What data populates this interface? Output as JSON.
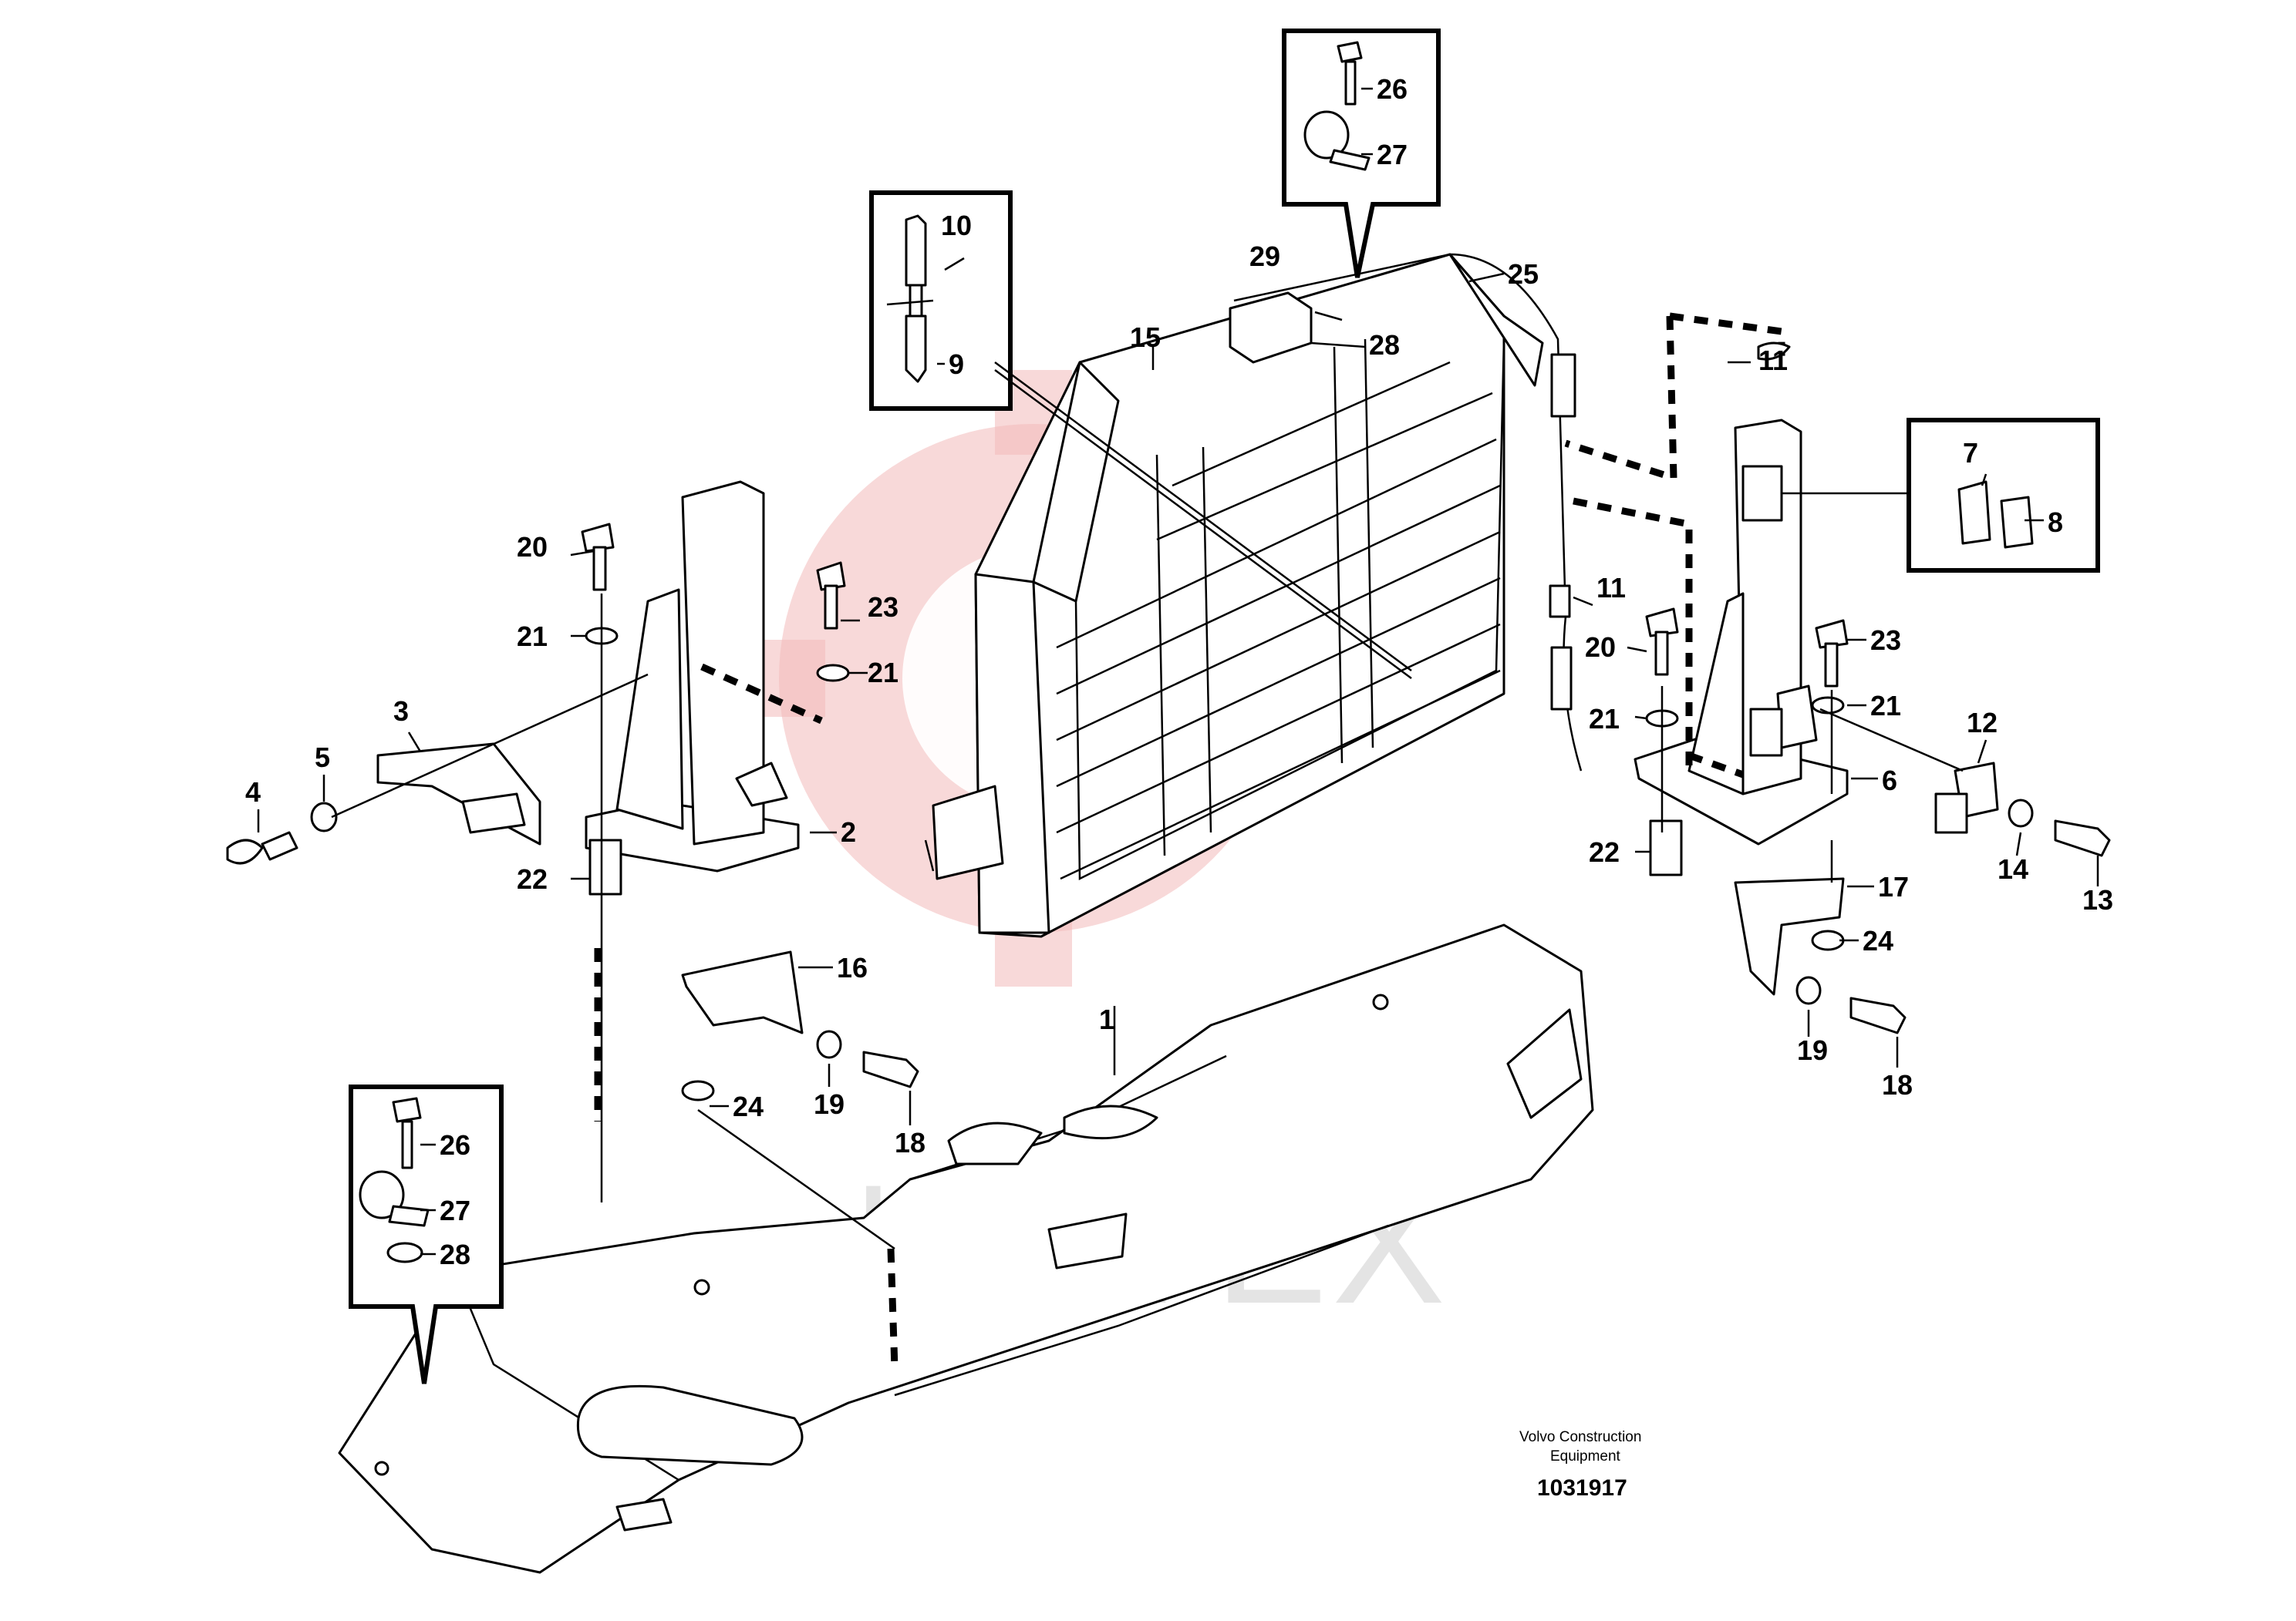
{
  "watermark": {
    "text": "ИНТЕХ",
    "logo_color": "#e86a6a"
  },
  "caption": {
    "line1": "Volvo Construction",
    "line2": "Equipment",
    "drawing_number": "1031917"
  },
  "callouts": {
    "c1": "1",
    "c2": "2",
    "c3": "3",
    "c4": "4",
    "c5": "5",
    "c6": "6",
    "c7": "7",
    "c8": "8",
    "c9": "9",
    "c10": "10",
    "c11a": "11",
    "c11b": "11",
    "c12": "12",
    "c13": "13",
    "c14": "14",
    "c15": "15",
    "c16": "16",
    "c17": "17",
    "c18a": "18",
    "c18b": "18",
    "c19a": "19",
    "c19b": "19",
    "c20a": "20",
    "c20b": "20",
    "c21a": "21",
    "c21b": "21",
    "c21c": "21",
    "c21d": "21",
    "c22a": "22",
    "c22b": "22",
    "c23a": "23",
    "c23b": "23",
    "c24a": "24",
    "c24b": "24",
    "c25": "25",
    "c26a": "26",
    "c26b": "26",
    "c27a": "27",
    "c27b": "27",
    "c28a": "28",
    "c28b": "28",
    "c29": "29"
  }
}
